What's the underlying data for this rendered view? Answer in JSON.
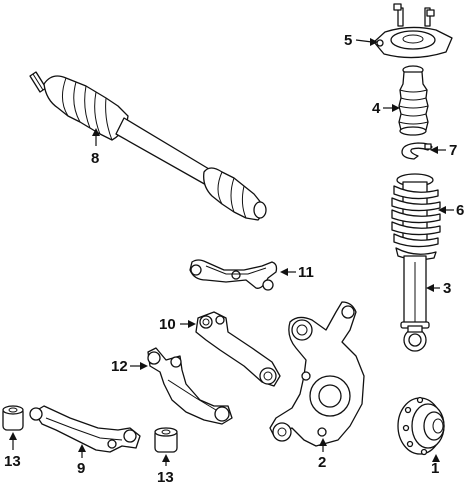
{
  "diagram": {
    "callouts": [
      {
        "id": "c1",
        "text": "1"
      },
      {
        "id": "c2",
        "text": "2"
      },
      {
        "id": "c3",
        "text": "3"
      },
      {
        "id": "c4",
        "text": "4"
      },
      {
        "id": "c5",
        "text": "5"
      },
      {
        "id": "c6",
        "text": "6"
      },
      {
        "id": "c7",
        "text": "7"
      },
      {
        "id": "c8",
        "text": "8"
      },
      {
        "id": "c9",
        "text": "9"
      },
      {
        "id": "c10",
        "text": "10"
      },
      {
        "id": "c11",
        "text": "11"
      },
      {
        "id": "c12",
        "text": "12"
      },
      {
        "id": "c13a",
        "text": "13"
      },
      {
        "id": "c13b",
        "text": "13"
      }
    ]
  }
}
